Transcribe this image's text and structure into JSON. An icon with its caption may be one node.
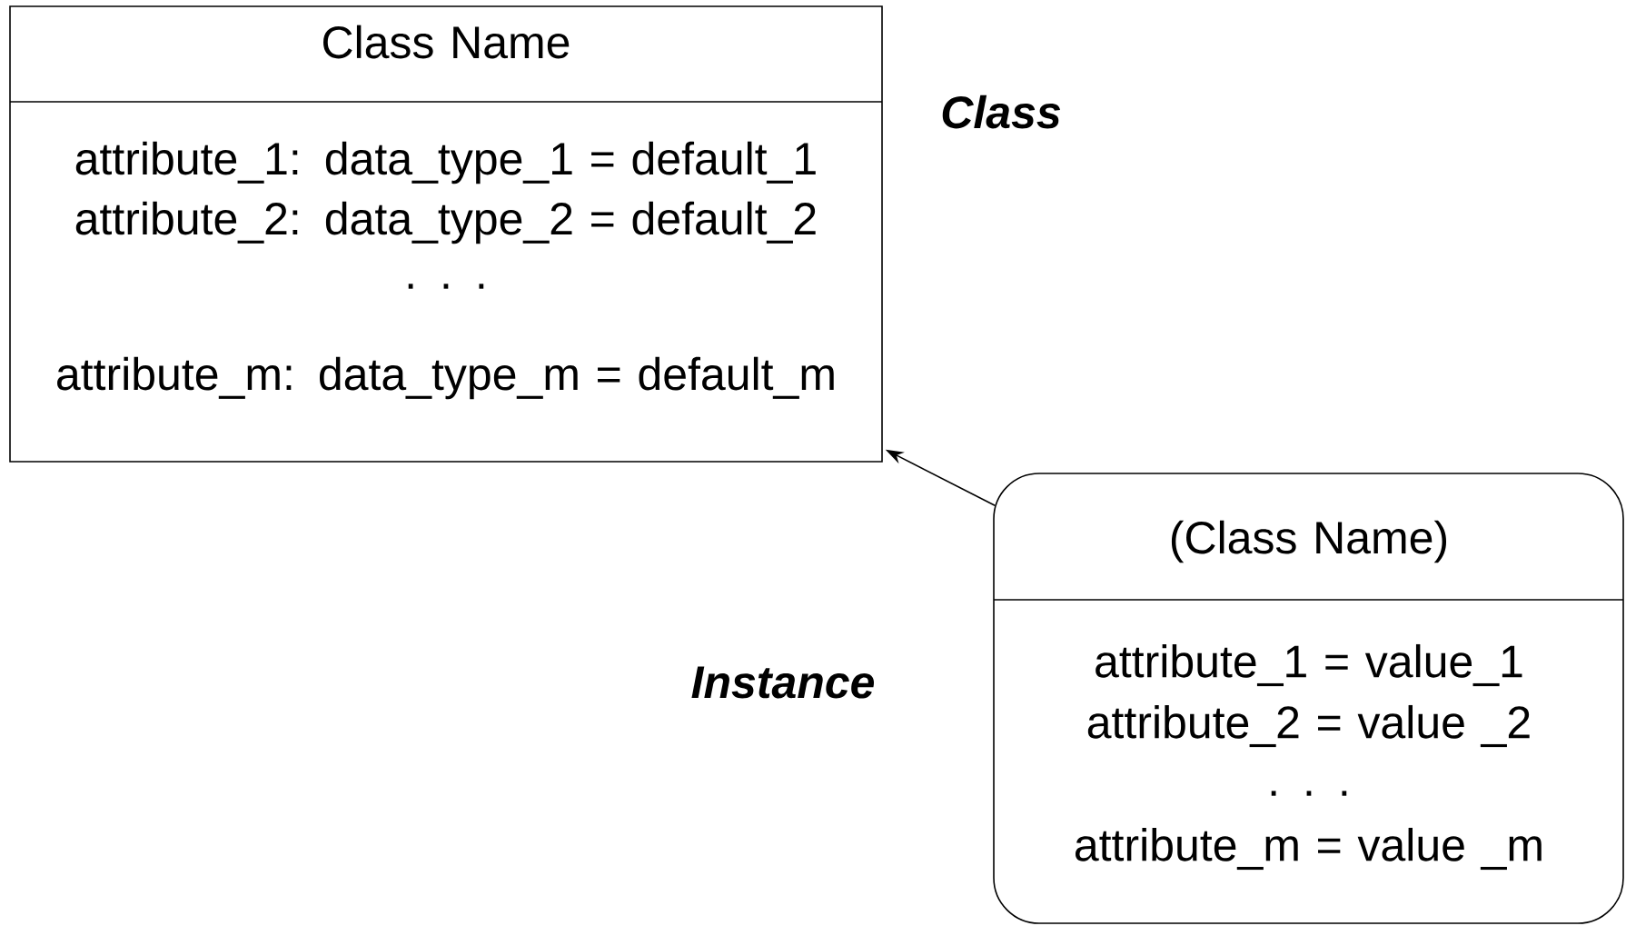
{
  "diagram": {
    "nodes": [
      {
        "text": [
          "Class Name",
          "attribute_1: data_type_1 = default_1",
          "attribute_2: data_type_2 = default_2",
          ". . .",
          "attribute_m: data_type_m = default_m"
        ]
      },
      {
        "text": [
          "(Class Name)",
          "attribute_1 = value_1",
          "attribute_2 = value _2",
          ". . .",
          "attribute_m = value _m"
        ]
      }
    ],
    "edges": [
      {
        "from": 1,
        "to": 0,
        "arrow": "to"
      }
    ],
    "labels": [
      "Class",
      "Instance"
    ]
  }
}
